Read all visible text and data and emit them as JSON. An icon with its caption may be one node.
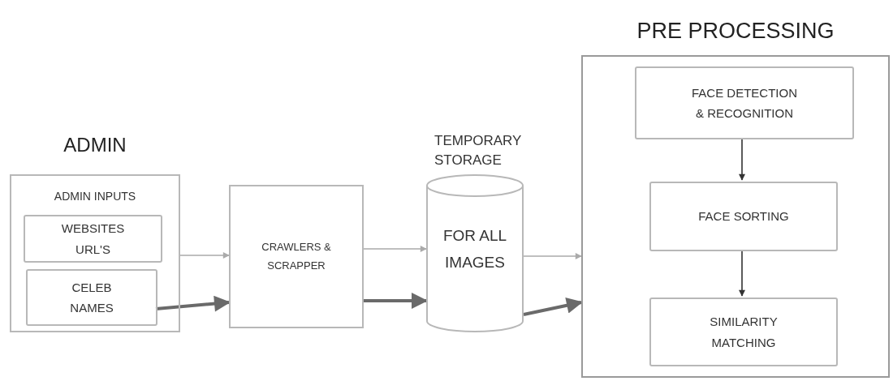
{
  "diagram": {
    "nodes": [
      {
        "text": [
          "ADMIN",
          "ADMIN INPUTS"
        ]
      },
      {
        "text": [
          "WEBSITES URL'S"
        ],
        "in": 0
      },
      {
        "text": [
          "CELEB NAMES"
        ],
        "in": 0
      },
      {
        "text": [
          "CRAWLERS & SCRAPPER"
        ]
      },
      {
        "text": [
          "TEMPORARY STORAGE",
          "FOR ALL IMAGES"
        ]
      },
      {
        "text": [
          "PRE PROCESSING"
        ]
      },
      {
        "text": [
          "FACE DETECTION & RECOGNITION"
        ],
        "in": 5
      },
      {
        "text": [
          "FACE SORTING"
        ],
        "in": 5
      },
      {
        "text": [
          "SIMILARITY MATCHING"
        ],
        "in": 5
      }
    ],
    "edges": [
      {
        "from": 0,
        "to": 3,
        "arrow": "to"
      },
      {
        "from": 2,
        "to": 3,
        "arrow": "to",
        "style": "thick"
      },
      {
        "from": 3,
        "to": 4,
        "arrow": "to"
      },
      {
        "from": 3,
        "to": 4,
        "arrow": "to",
        "style": "thick"
      },
      {
        "from": 4,
        "to": 5,
        "arrow": "to"
      },
      {
        "from": 4,
        "to": 5,
        "arrow": "to",
        "style": "thick"
      },
      {
        "from": 6,
        "to": 7,
        "arrow": "to",
        "color": "#333333"
      },
      {
        "from": 7,
        "to": 8,
        "arrow": "to",
        "color": "#333333"
      }
    ]
  }
}
